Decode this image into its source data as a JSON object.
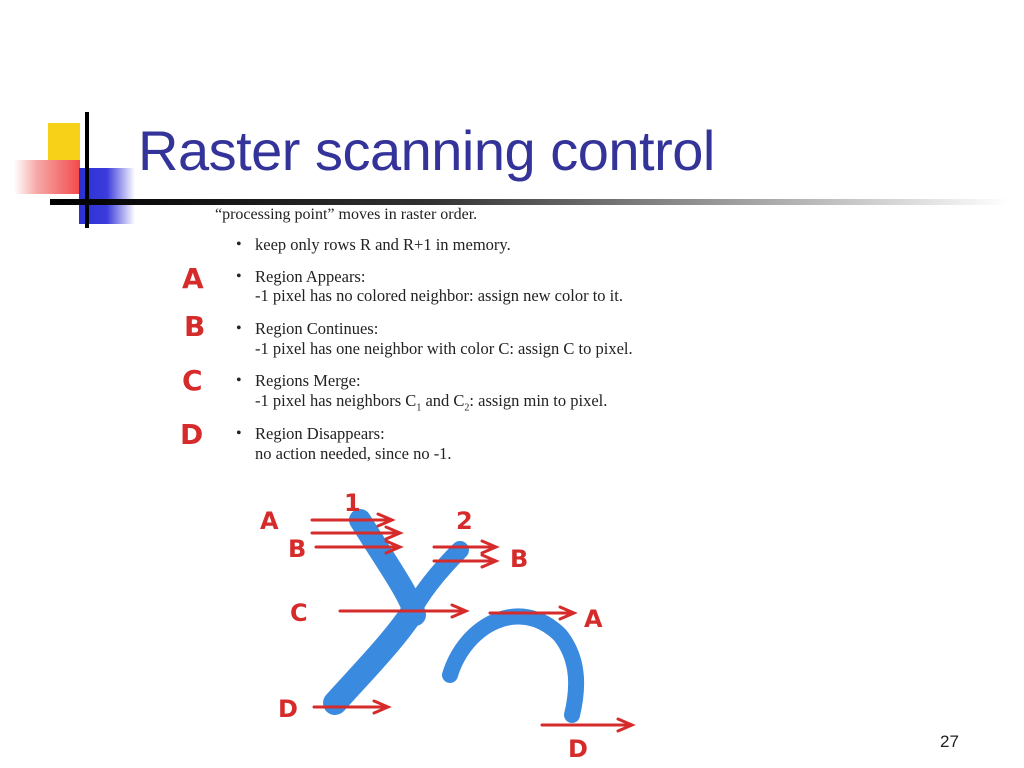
{
  "slide": {
    "title": "Raster scanning control",
    "page_number": "27"
  },
  "scanned_text": {
    "intro": "“processing point” moves in raster order.",
    "memory": "keep only rows R and R+1 in memory.",
    "cases": [
      {
        "letter": "A",
        "heading": "Region Appears:",
        "detail": "-1 pixel has no colored neighbor: assign new color to it."
      },
      {
        "letter": "B",
        "heading": "Region Continues:",
        "detail": "-1 pixel has one neighbor with color C: assign C to pixel."
      },
      {
        "letter": "C",
        "heading": "Regions Merge:",
        "detail_prefix": "-1 pixel has neighbors C",
        "detail_sub1": "1",
        "detail_mid": " and C",
        "detail_sub2": "2",
        "detail_suffix": ": assign min to pixel."
      },
      {
        "letter": "D",
        "heading": "Region Disappears:",
        "detail": "no action needed, since no -1."
      }
    ],
    "bullet": "•"
  },
  "figure": {
    "numbers": [
      "1",
      "2"
    ],
    "labels": {
      "left": [
        "A",
        "B",
        "C",
        "D"
      ],
      "right": [
        "B",
        "A",
        "D"
      ]
    },
    "colors": {
      "stroke": "#3a8be0",
      "ink": "#d62b2b"
    }
  }
}
